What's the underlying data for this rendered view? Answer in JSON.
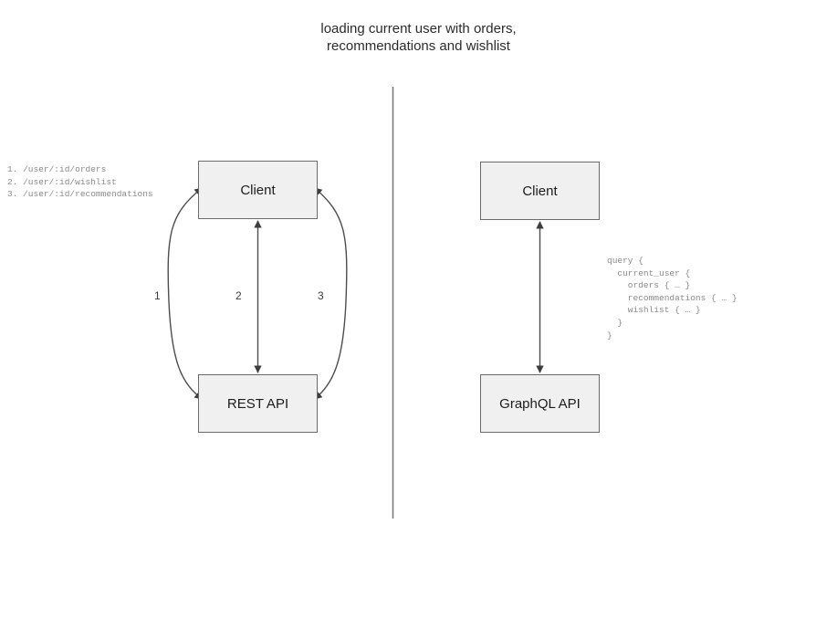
{
  "title": "loading current user with orders,\nrecommendations and wishlist",
  "colors": {
    "node_fill": "#f0f0f0",
    "node_border": "#6b6b6b",
    "edge_stroke": "#4d4d4d",
    "divider": "#7a7a7a",
    "annotation_text": "#8a8a8a",
    "title_text": "#2b2b2b"
  },
  "left_panel": {
    "name": "rest-approach",
    "nodes": {
      "client": "Client",
      "api": "REST API"
    },
    "edge_labels": [
      "1",
      "2",
      "3"
    ],
    "endpoints_annotation": "1. /user/:id/orders\n2. /user/:id/wishlist\n3. /user/:id/recommendations",
    "endpoints": [
      {
        "number": "1.",
        "path": "/user/:id/orders"
      },
      {
        "number": "2.",
        "path": "/user/:id/wishlist"
      },
      {
        "number": "3.",
        "path": "/user/:id/recommendations"
      }
    ]
  },
  "right_panel": {
    "name": "graphql-approach",
    "nodes": {
      "client": "Client",
      "api": "GraphQL API"
    },
    "query_annotation": "query {\n  current_user {\n    orders { … }\n    recommendations { … }\n    wishlist { … }\n  }\n}",
    "query_lines": [
      "query {",
      "  current_user {",
      "    orders { … }",
      "    recommendations { … }",
      "    wishlist { … }",
      "  }",
      "}"
    ]
  }
}
